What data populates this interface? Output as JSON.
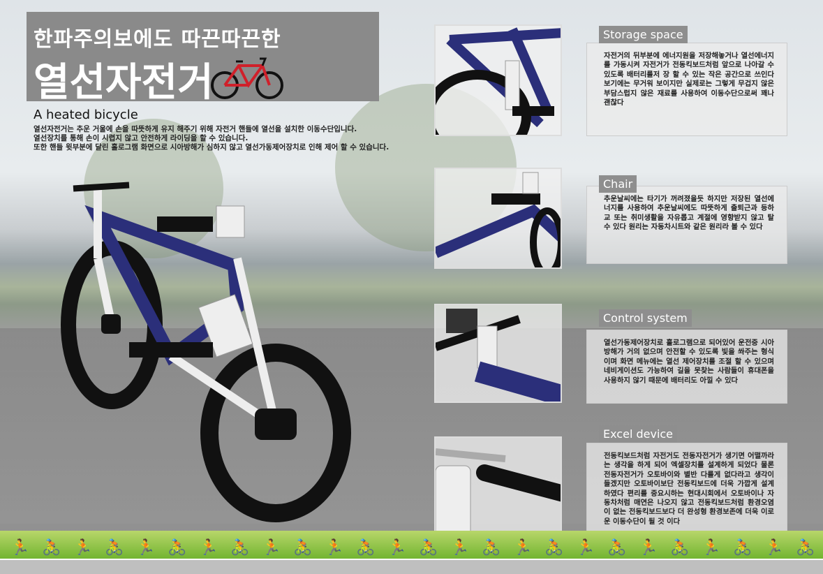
{
  "title": {
    "line1": "한파주의보에도 따끈따끈한",
    "line2": "열선자전거"
  },
  "intro": {
    "heading": "A heated bicycle",
    "lines": [
      "열선자전거는 추운 거울에 손을 따뜻하게 유지 해주기 위해 자전거 핸들에 열선을 설치한 이동수단입니다.",
      "열선장치를 통해 손이 시렵지 않고 안전하게 라이딩을 할 수 있습니다.",
      "또한 핸들 윗부분에 달린 홀로그램 화면으로 시아방해가 심하지 않고 열선가동제어장치로 인해 제어 할 수 있습니다."
    ]
  },
  "sections": [
    {
      "title": "Storage space",
      "text": "자전거의 뒤부분에 에너지원을 저장해놓거나 열선에너지를 가동시켜 자전거가 전동킥보드처럼 앞으로 나아갈 수 있도록 배터리를저 장 할 수 있는 작은 공간으로 쓰인다 보기에는 무거워 보이지만 실제로는 그렇게 무겁지 않은 부담스럽지 않은 재료를 사용하여 이동수단으로써 꽤나 괜찮다"
    },
    {
      "title": "Chair",
      "text": "추운날씨에는 타기가 꺼려졌을듯 하지만 저장된 열선에너지를 사용하여 추운날씨에도 따뜻하게 출퇴근과 등하교 또는 취미생활을 자유롭고 계절에 영향받지 않고 탈 수 있다 원리는 자동차시트와 같은 원리라 볼 수 있다"
    },
    {
      "title": "Control system",
      "text": "열선가동제어장치로 홀로그램으로 되어있어 운전중 시아 방해가 거의 없으며 안전할 수 있도록 빛을 쏴주는 형식이며 화면 메뉴에는 열선 제어장치를 조절 할 수 있으며 네비게이션도 가능하여 길을 못찾는 사람들이 휴대폰을 사용하지 않기 때문에 배터리도 아낄 수 있다"
    },
    {
      "title": "Excel device",
      "text": "전동킥보드처럼 자전거도 전동자전거가 생기면 어떨까라는 생각을 하게 되어 엑셀장치를 설계하게 되었다 물론 전동자전거가 오토바이와 별반 다를게 없다라고 생각이 들겠지만 오토바이보단 전동킥보드에 더욱 가깝게 설계하였다 편리를 중요시하는 현대시회에서 오토바이나 자동차처럼 매연은 나오지 않고 전동킥보드처럼 환경오염이 없는 전동킥보드보다 더 완성형 환경보존에 더욱 이로운 이동수단이 될 것 이다"
    }
  ],
  "colors": {
    "frame": "#2b2f7a",
    "title_box": "#8a8a8a",
    "grass": "#6fb32e",
    "icon_bike": "#d0202a"
  }
}
